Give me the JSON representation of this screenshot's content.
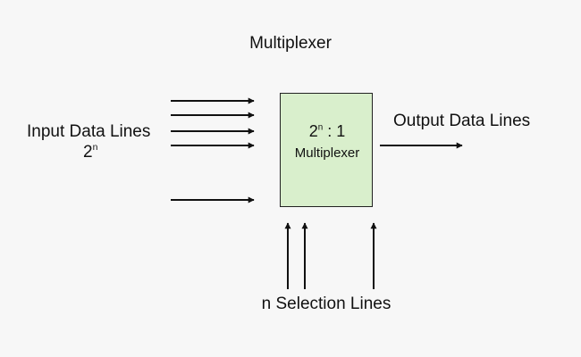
{
  "diagram": {
    "title": "Multiplexer",
    "input": {
      "label": "Input Data Lines",
      "count_base": "2",
      "count_exp": "n"
    },
    "block": {
      "ratio_base": "2",
      "ratio_exp": "n",
      "ratio_rest": " : 1",
      "name": "Multiplexer",
      "fill_color": "#d9efcc"
    },
    "output": {
      "label": "Output Data Lines"
    },
    "selection": {
      "label": "n Selection Lines"
    },
    "colors": {
      "background": "#f7f7f7",
      "line": "#111111"
    }
  }
}
